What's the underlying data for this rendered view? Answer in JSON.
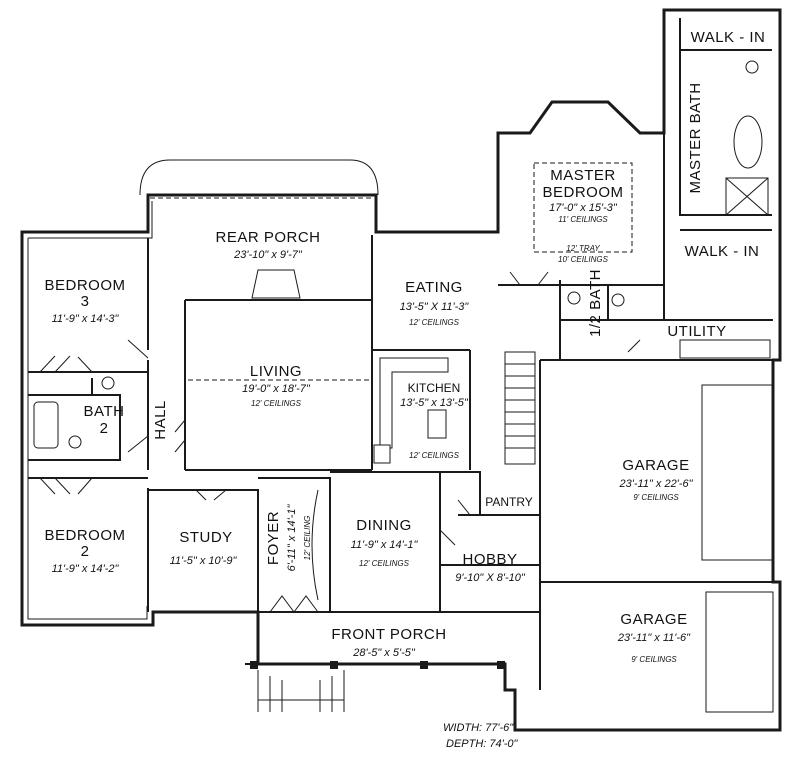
{
  "plan": {
    "rooms": {
      "walk_in_top": {
        "name": "WALK - IN"
      },
      "master_bath": {
        "name": "MASTER BATH"
      },
      "master_bedroom": {
        "name_line1": "MASTER",
        "name_line2": "BEDROOM",
        "dim": "17'-0\" x 15'-3\"",
        "ceiling": "11' CEILINGS",
        "tray": "12' TRAY",
        "ceiling2": "10' CEILINGS"
      },
      "walk_in_bottom": {
        "name": "WALK - IN"
      },
      "half_bath": {
        "name": "1/2 BATH"
      },
      "utility": {
        "name": "UTILITY"
      },
      "rear_porch": {
        "name": "REAR PORCH",
        "dim": "23'-10\" x 9'-7\""
      },
      "bedroom3": {
        "name_line1": "BEDROOM",
        "name_line2": "3",
        "dim": "11'-9\" x 14'-3\""
      },
      "eating": {
        "name": "EATING",
        "dim": "13'-5\" X 11'-3\"",
        "ceiling": "12' CEILINGS"
      },
      "living": {
        "name": "LIVING",
        "dim": "19'-0\" x 18'-7\"",
        "ceiling": "12' CEILINGS"
      },
      "kitchen": {
        "name": "KITCHEN",
        "dim": "13'-5\" x 13'-5\"",
        "ceiling": "12' CEILINGS"
      },
      "bath2": {
        "name_line1": "BATH",
        "name_line2": "2"
      },
      "hall": {
        "name": "HALL"
      },
      "garage1": {
        "name": "GARAGE",
        "dim": "23'-11\" x 22'-6\"",
        "ceiling": "9' CEILINGS"
      },
      "pantry": {
        "name": "PANTRY"
      },
      "bedroom2": {
        "name_line1": "BEDROOM",
        "name_line2": "2",
        "dim": "11'-9\" x 14'-2\""
      },
      "study": {
        "name": "STUDY",
        "dim": "11'-5\" x 10'-9\""
      },
      "foyer": {
        "name": "FOYER",
        "dim": "6'-11\" x 14'-1\"",
        "ceiling": "12' CEILING"
      },
      "dining": {
        "name": "DINING",
        "dim": "11'-9\" x 14'-1\"",
        "ceiling": "12' CEILINGS"
      },
      "hobby": {
        "name": "HOBBY",
        "dim": "9'-10\" X 8'-10\""
      },
      "garage2": {
        "name": "GARAGE",
        "dim": "23'-11\" x 11'-6\"",
        "ceiling": "9' CEILINGS"
      },
      "front_porch": {
        "name": "FRONT PORCH",
        "dim": "28'-5\" x 5'-5\""
      }
    },
    "overall": {
      "width": "WIDTH: 77'-6\"",
      "depth": "DEPTH: 74'-0\""
    }
  },
  "colors": {
    "line": "#1a1a1a",
    "background": "#ffffff"
  }
}
